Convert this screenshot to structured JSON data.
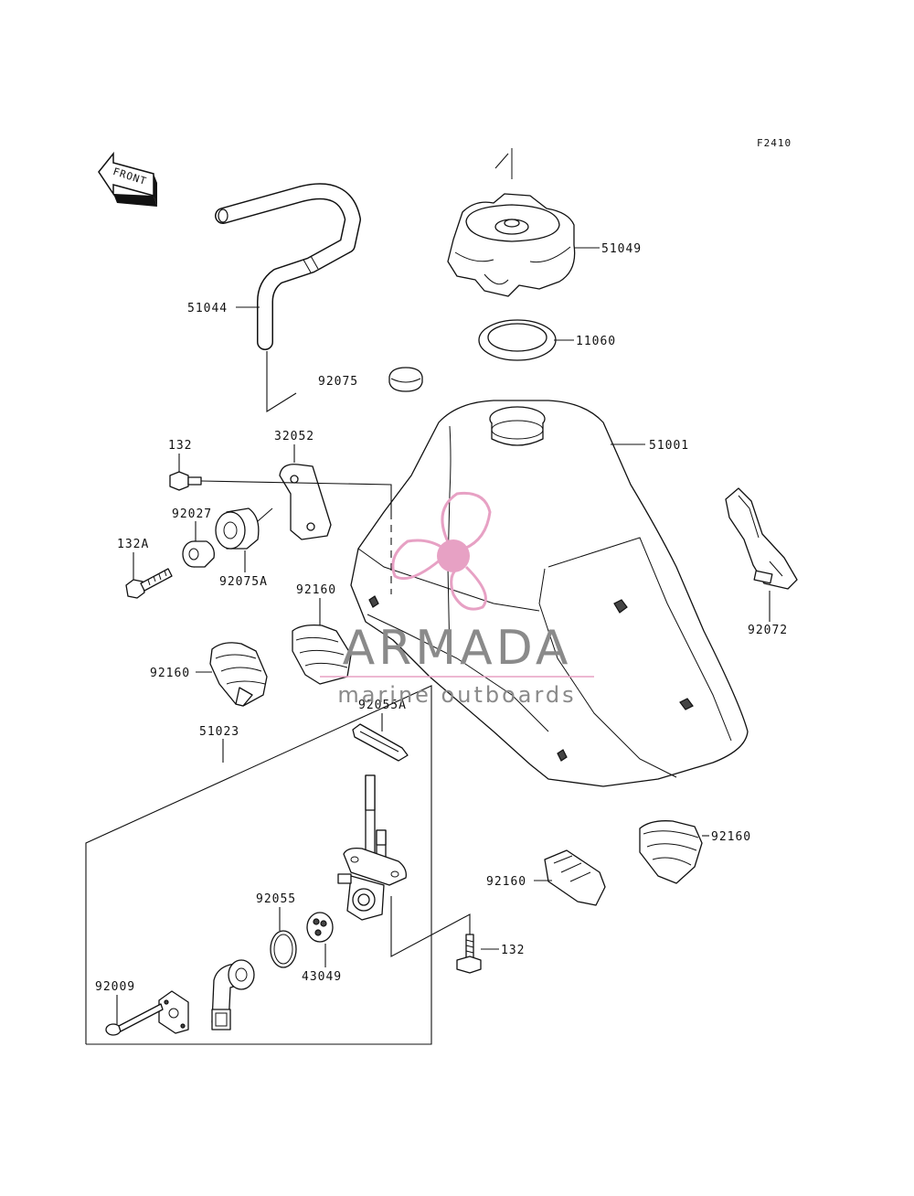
{
  "figure_code": "F2410",
  "front_label": "FRONT",
  "watermark": {
    "brand": "ARMADA",
    "tagline": "marine outboards",
    "color": "#e7a1c4",
    "brand_color": "#8a8a8a"
  },
  "part_numbers": {
    "fuel_cap": "51049",
    "cap_gasket": "11060",
    "breather_hose": "51044",
    "plug_cap": "92075",
    "fuel_tank": "51001",
    "bracket": "32052",
    "bolt_upper": "132",
    "bolt_a": "132A",
    "collar": "92027",
    "damper": "92075A",
    "damper_center": "92160",
    "damper_left": "92160",
    "strap": "92072",
    "fuel_cock_assy": "51023",
    "gasket_a": "92055A",
    "damper_right_upper": "92160",
    "damper_right_lower": "92160",
    "o_ring": "92055",
    "bolt_lower": "132",
    "filter": "43049",
    "screw": "92009"
  }
}
